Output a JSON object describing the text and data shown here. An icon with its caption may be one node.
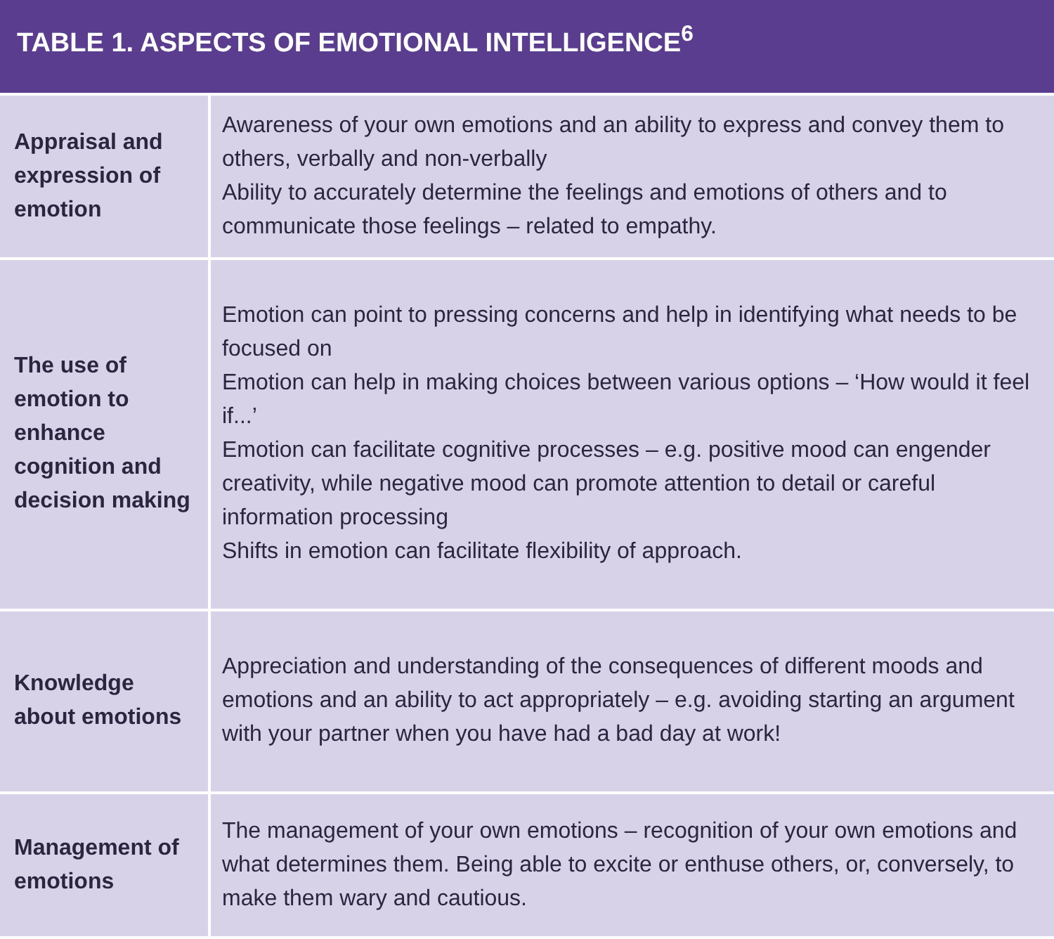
{
  "diagram": {
    "title": "TABLE 1. ASPECTS OF EMOTIONAL INTELLIGENCE$^{6}$",
    "labels": [
      "Appraisal and expression of emotion",
      "Awareness of your own emotions and an ability to express and convey them to others, verbally and non-verbally",
      "Ability to accurately determine the feelings and emotions of others and to communicate those feelings – related to empathy.",
      "The use of emotion to enhance cognition and decision making",
      "Emotion can point to pressing concerns and help in identifying what needs to be focused on",
      "Emotion can help in making choices between various options – ‘How would it feel if...’",
      "Emotion can facilitate cognitive processes – e.g. positive mood can engender creativity, while negative mood can promote attention to detail or careful information processing",
      "Shifts in emotion can facilitate flexibility of approach.",
      "Knowledge about emotions",
      "Appreciation and understanding of the consequences of different moods and emotions and an ability to act appropriately – e.g. avoiding starting an argument with your partner when you have had a bad day at work!",
      "Management of emotions",
      "The management of your own emotions – recognition of your own emotions and what determines them. Being able to excite or enthuse others, or, conversely, to make them wary and cautious."
    ]
  }
}
